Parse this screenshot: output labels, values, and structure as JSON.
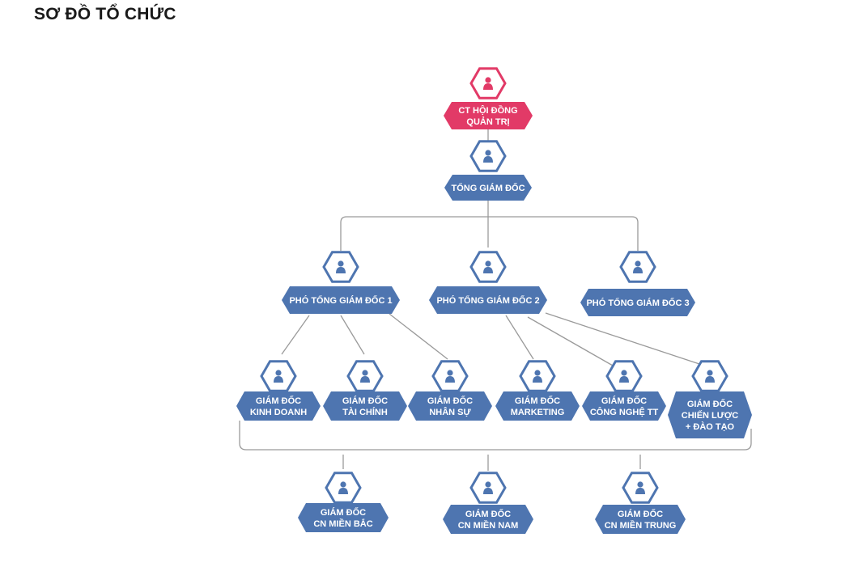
{
  "page_title": "SƠ ĐỒ TỔ CHỨC",
  "colors": {
    "primary": "#4E75B0",
    "accent": "#E23A67",
    "connector": "#9A9A9A",
    "icon_bg": "#ffffff"
  },
  "icon": "person-icon",
  "nodes": [
    {
      "id": "chairman",
      "lines": [
        "CT HỘI ĐỒNG",
        "QUẢN TRỊ"
      ]
    },
    {
      "id": "ceo",
      "lines": [
        "TỔNG GIÁM ĐỐC"
      ]
    },
    {
      "id": "vp1",
      "lines": [
        "PHÓ TỔNG GIÁM ĐỐC 1"
      ]
    },
    {
      "id": "vp2",
      "lines": [
        "PHÓ TỔNG GIÁM ĐỐC 2"
      ]
    },
    {
      "id": "vp3",
      "lines": [
        "PHÓ TỔNG GIÁM ĐỐC 3"
      ]
    },
    {
      "id": "dir-sales",
      "lines": [
        "GIÁM ĐỐC",
        "KINH DOANH"
      ]
    },
    {
      "id": "dir-finance",
      "lines": [
        "GIÁM ĐỐC",
        "TÀI CHÍNH"
      ]
    },
    {
      "id": "dir-hr",
      "lines": [
        "GIÁM ĐỐC",
        "NHÂN SỰ"
      ]
    },
    {
      "id": "dir-marketing",
      "lines": [
        "GIÁM ĐỐC",
        "MARKETING"
      ]
    },
    {
      "id": "dir-it",
      "lines": [
        "GIÁM ĐỐC",
        "CÔNG NGHỆ TT"
      ]
    },
    {
      "id": "dir-strategy",
      "lines": [
        "GIÁM ĐỐC",
        "CHIẾN LƯỢC",
        "+ ĐÀO TẠO"
      ]
    },
    {
      "id": "branch-north",
      "lines": [
        "GIÁM ĐỐC",
        "CN MIỀN BẮC"
      ]
    },
    {
      "id": "branch-south",
      "lines": [
        "GIÁM ĐỐC",
        "CN MIỀN NAM"
      ]
    },
    {
      "id": "branch-central",
      "lines": [
        "GIÁM ĐỐC",
        "CN MIỀN TRUNG"
      ]
    }
  ],
  "edges": [
    [
      "chairman",
      "ceo"
    ],
    [
      "ceo",
      "vp1"
    ],
    [
      "ceo",
      "vp2"
    ],
    [
      "ceo",
      "vp3"
    ],
    [
      "vp1",
      "dir-sales"
    ],
    [
      "vp1",
      "dir-finance"
    ],
    [
      "vp1",
      "dir-hr"
    ],
    [
      "vp2",
      "dir-marketing"
    ],
    [
      "vp2",
      "dir-it"
    ],
    [
      "vp2",
      "dir-strategy"
    ],
    [
      "directors",
      "branch-north"
    ],
    [
      "directors",
      "branch-south"
    ],
    [
      "directors",
      "branch-central"
    ]
  ]
}
